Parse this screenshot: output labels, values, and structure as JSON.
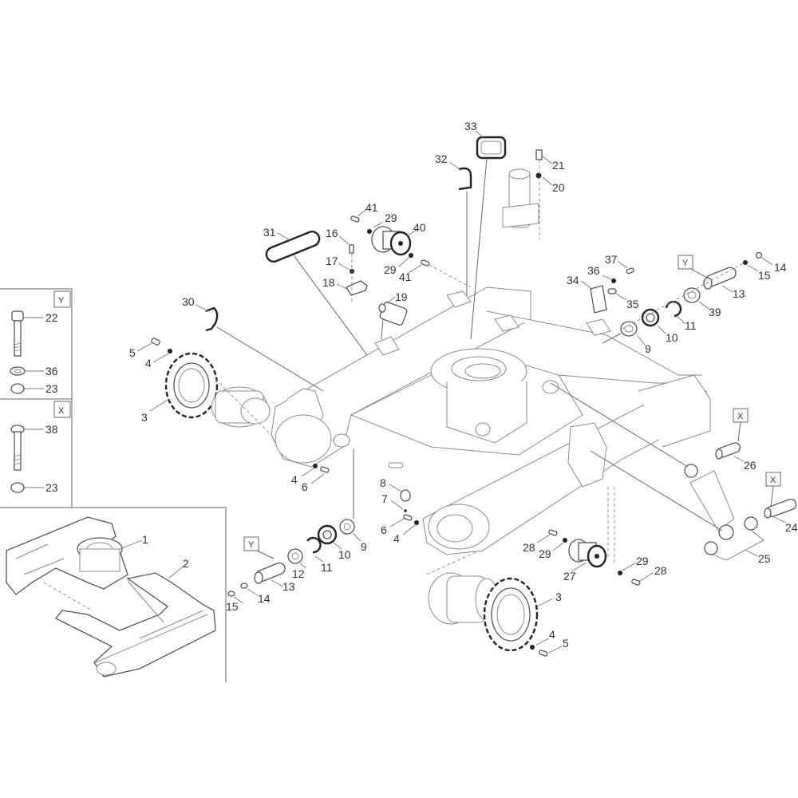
{
  "callouts": {
    "c1": "1",
    "c2": "2",
    "c3_upper": "3",
    "c3_lower": "3",
    "c4_upper": "4",
    "c4_mid": "4",
    "c4_lower": "4",
    "c4_bottom": "4",
    "c5_upper": "5",
    "c5_lower": "5",
    "c6_mid": "6",
    "c6_lower": "6",
    "c7": "7",
    "c8": "8",
    "c9_upper": "9",
    "c9_lower": "9",
    "c10_upper": "10",
    "c10_lower": "10",
    "c11_upper": "11",
    "c11_lower": "11",
    "c12": "12",
    "c13_upper": "13",
    "c13_lower": "13",
    "c14_upper": "14",
    "c14_lower": "14",
    "c15_upper": "15",
    "c15_lower": "15",
    "c16": "16",
    "c17": "17",
    "c18": "18",
    "c19": "19",
    "c20": "20",
    "c21": "21",
    "c24": "24",
    "c25": "25",
    "c26": "26",
    "c27": "27",
    "c28_a": "28",
    "c28_b": "28",
    "c29_a": "29",
    "c29_b": "29",
    "c29_c": "29",
    "c29_d": "29",
    "c30": "30",
    "c31": "31",
    "c32": "32",
    "c33": "33",
    "c34": "34",
    "c35": "35",
    "c36": "36",
    "c37": "37",
    "c39": "39",
    "c40": "40",
    "c41_a": "41",
    "c41_b": "41"
  },
  "reference_tags": {
    "y_top_right": "Y",
    "y_bottom_left": "Y",
    "x_pin_26": "X",
    "x_pin_24": "X"
  },
  "detail_panel_y": {
    "tag": "Y",
    "bolt": "22",
    "washer": "36",
    "nut": "23"
  },
  "detail_panel_x": {
    "tag": "X",
    "pin": "38",
    "nut": "23"
  }
}
